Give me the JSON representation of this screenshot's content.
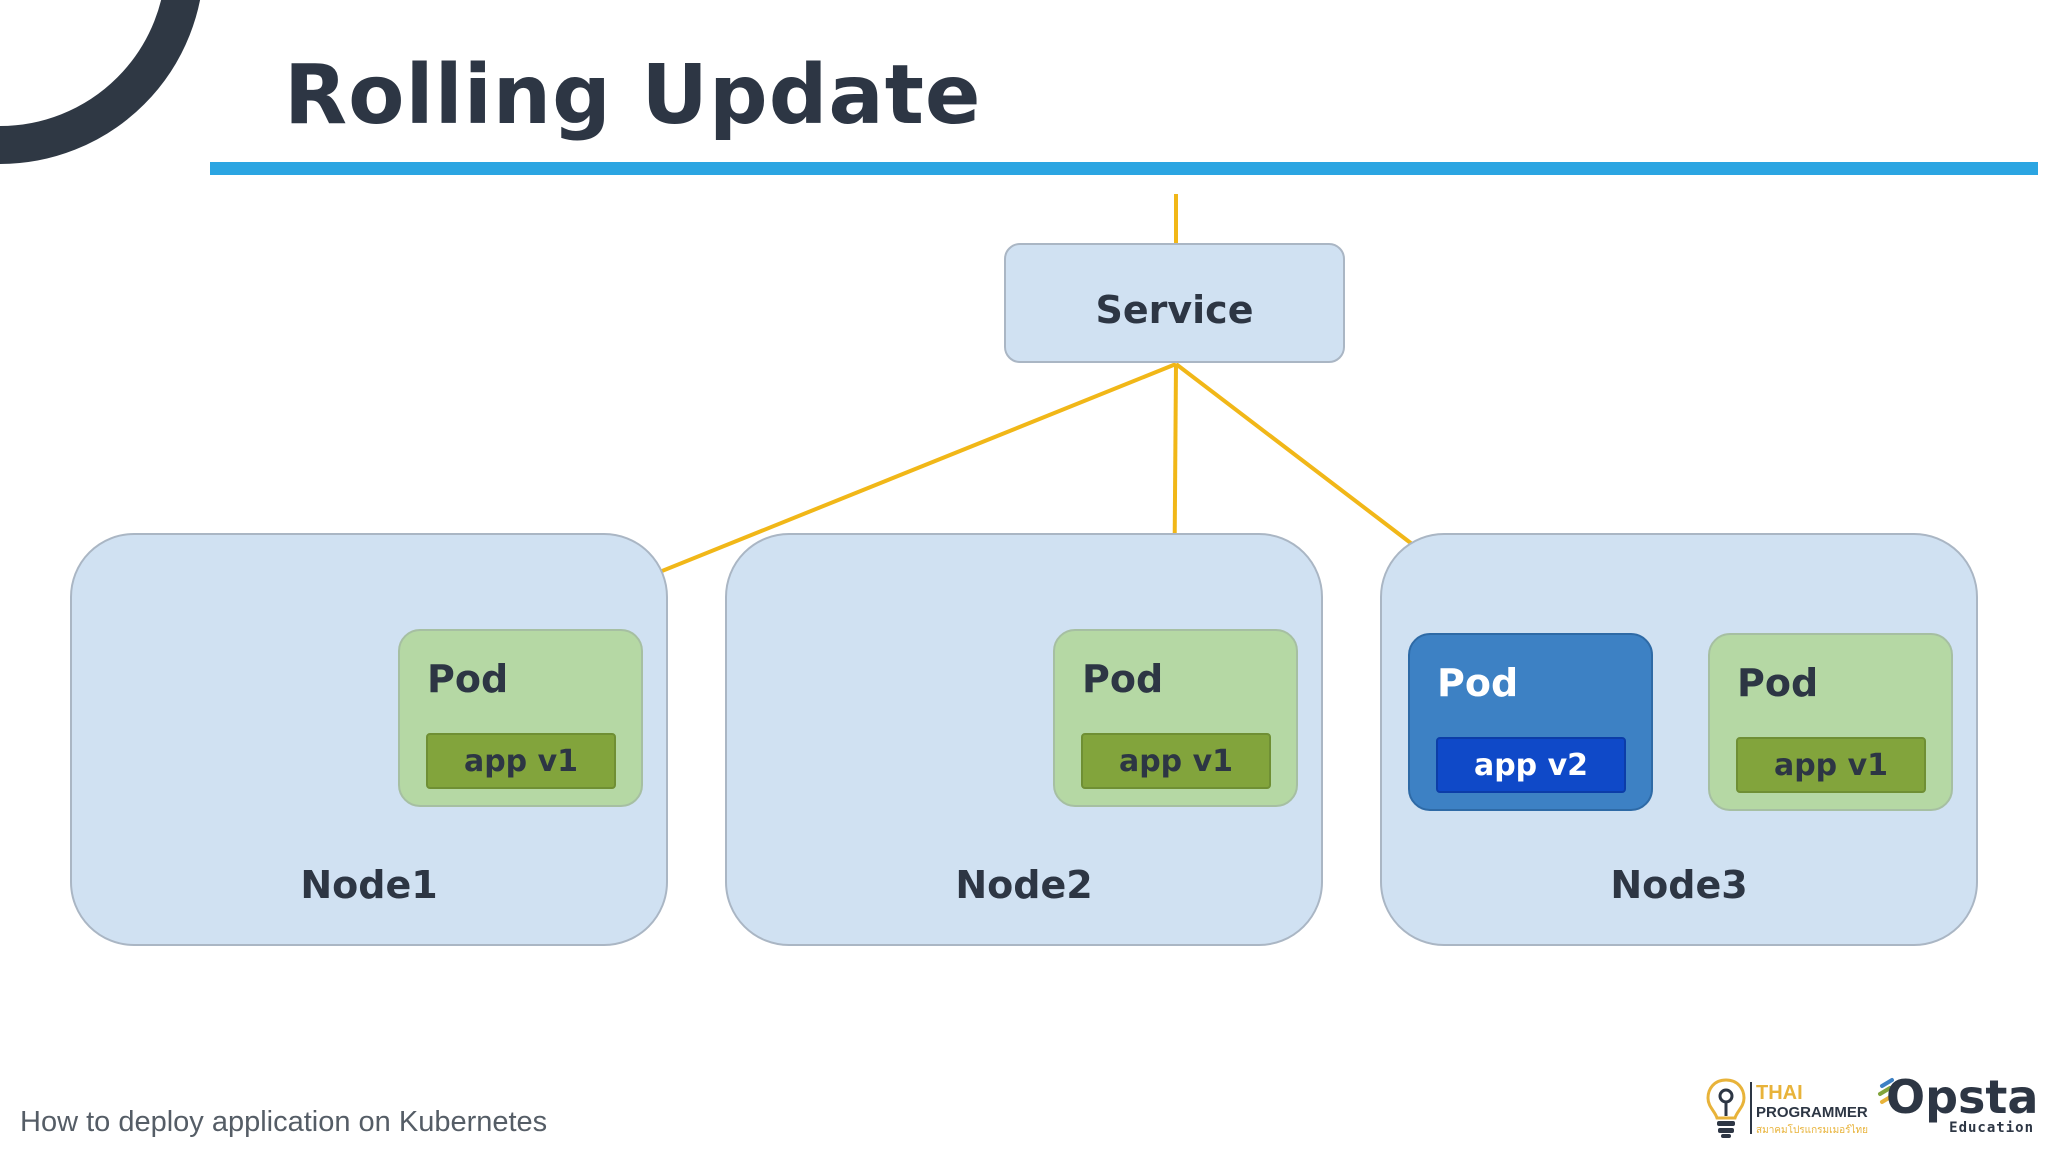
{
  "slide": {
    "title": "Rolling Update",
    "footer": "How to deploy application on Kubernetes"
  },
  "colors": {
    "title": "#2d3644",
    "rule": "#2ba5e2",
    "connector": "#f1b718",
    "box_fill": "#d0e1f2",
    "pod_v1": "#b5d8a4",
    "app_v1": "#82a43c",
    "pod_v2": "#3d81c4",
    "app_v2": "#0f49c8"
  },
  "diagram": {
    "service": {
      "label": "Service"
    },
    "nodes": [
      {
        "label": "Node1",
        "pods": [
          {
            "label": "Pod",
            "app": "app v1",
            "version": "v1"
          }
        ]
      },
      {
        "label": "Node2",
        "pods": [
          {
            "label": "Pod",
            "app": "app v1",
            "version": "v1"
          }
        ]
      },
      {
        "label": "Node3",
        "pods": [
          {
            "label": "Pod",
            "app": "app v2",
            "version": "v2"
          },
          {
            "label": "Pod",
            "app": "app v1",
            "version": "v1"
          }
        ]
      }
    ]
  },
  "logos": {
    "thai_programmer": {
      "line1": "THAI",
      "line2": "PROGRAMMER",
      "line3": "สมาคมโปรแกรมเมอร์ไทย",
      "icon": "lightbulb-icon"
    },
    "opsta": {
      "word": "Opsta",
      "sub": "Education"
    }
  }
}
